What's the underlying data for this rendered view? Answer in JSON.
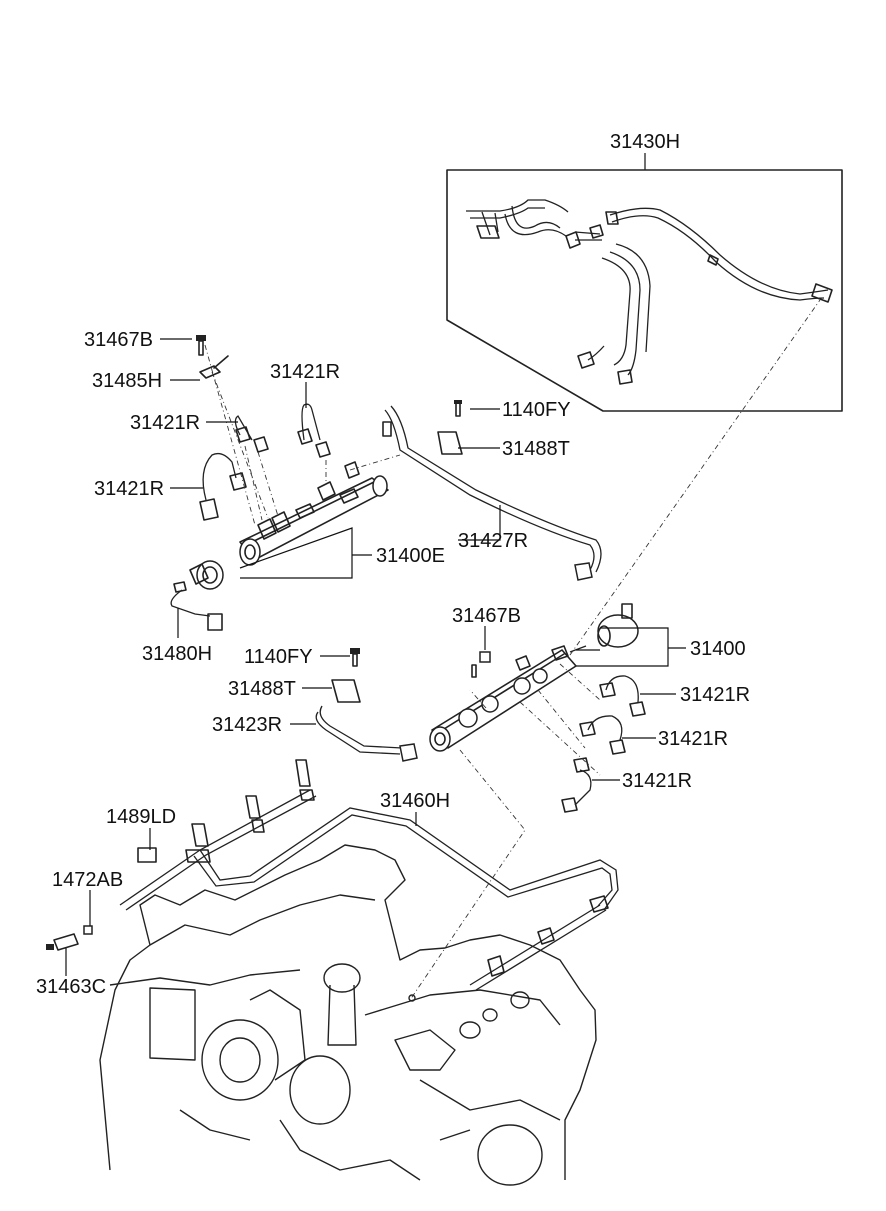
{
  "labels": {
    "l31430H": "31430H",
    "l31467B_top": "31467B",
    "l31485H": "31485H",
    "l31421R_a": "31421R",
    "l31421R_b": "31421R",
    "l31421R_c": "31421R",
    "l1140FY_top": "1140FY",
    "l31488T_top": "31488T",
    "l31427R": "31427R",
    "l31400E": "31400E",
    "l31480H": "31480H",
    "l31467B_mid": "31467B",
    "l31400": "31400",
    "l1140FY_mid": "1140FY",
    "l31488T_mid": "31488T",
    "l31421R_d": "31421R",
    "l31423R": "31423R",
    "l31421R_e": "31421R",
    "l31421R_f": "31421R",
    "l31460H": "31460H",
    "l1489LD": "1489LD",
    "l1472AB": "1472AB",
    "l31463C": "31463C"
  }
}
